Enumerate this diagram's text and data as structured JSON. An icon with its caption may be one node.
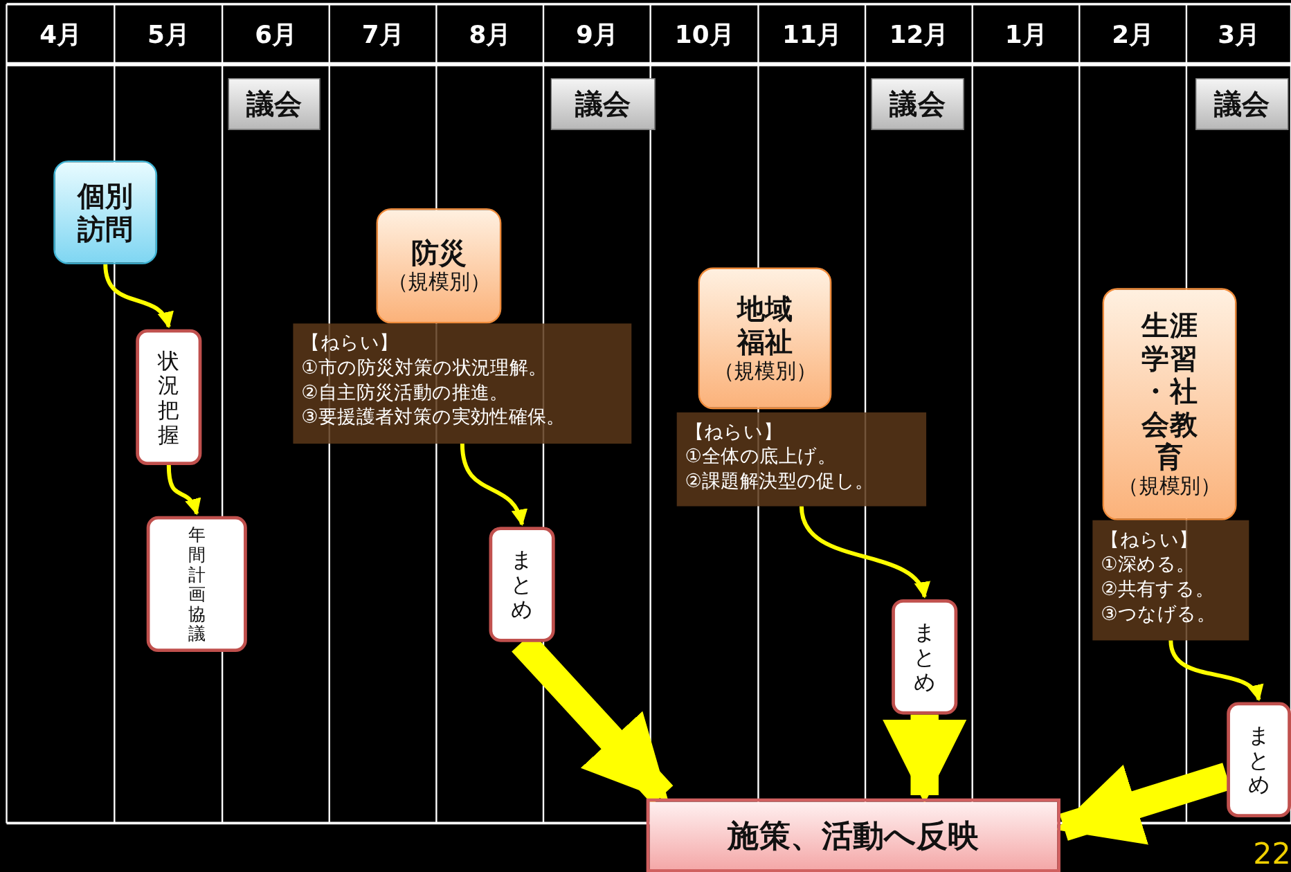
{
  "diagram": {
    "nodes": [
      {
        "text": [
          "議会"
        ]
      },
      {
        "text": [
          "議会"
        ]
      },
      {
        "text": [
          "議会"
        ]
      },
      {
        "text": [
          "議会"
        ]
      },
      {
        "text": [
          "個別訪問"
        ]
      },
      {
        "text": [
          "状況把握"
        ]
      },
      {
        "text": [
          "年間計画協議"
        ]
      },
      {
        "text": [
          "防災",
          "（規模別）"
        ]
      },
      {
        "text": [
          "【ねらい】",
          "①市の防災対策の状況理解。",
          "②自主防災活動の推進。",
          "③要援護者対策の実効性確保。"
        ]
      },
      {
        "text": [
          "まとめ"
        ]
      },
      {
        "text": [
          "地域福祉",
          "（規模別）"
        ]
      },
      {
        "text": [
          "【ねらい】",
          "①全体の底上げ。",
          "②課題解決型の促し。"
        ]
      },
      {
        "text": [
          "まとめ"
        ]
      },
      {
        "text": [
          "生涯学習・社会教育",
          "（規模別）"
        ]
      },
      {
        "text": [
          "【ねらい】",
          "①深める。",
          "②共有する。",
          "③つなげる。"
        ]
      },
      {
        "text": [
          "まとめ"
        ]
      },
      {
        "text": [
          "施策、活動へ反映"
        ]
      }
    ],
    "edges": [
      {
        "from": 4,
        "to": 5,
        "arrow": "to"
      },
      {
        "from": 5,
        "to": 6,
        "arrow": "to"
      },
      {
        "from": 8,
        "to": 9,
        "arrow": "to"
      },
      {
        "from": 11,
        "to": 12,
        "arrow": "to"
      },
      {
        "from": 14,
        "to": 15,
        "arrow": "to"
      },
      {
        "from": 9,
        "to": 16,
        "arrow": "to",
        "style": "thick"
      },
      {
        "from": 12,
        "to": 16,
        "arrow": "to",
        "style": "thick"
      },
      {
        "from": 15,
        "to": 16,
        "arrow": "to",
        "style": "thick"
      }
    ],
    "labels": [
      "4月",
      "5月",
      "6月",
      "7月",
      "8月",
      "9月",
      "10月",
      "11月",
      "12月",
      "1月",
      "2月",
      "3月",
      "22"
    ]
  }
}
